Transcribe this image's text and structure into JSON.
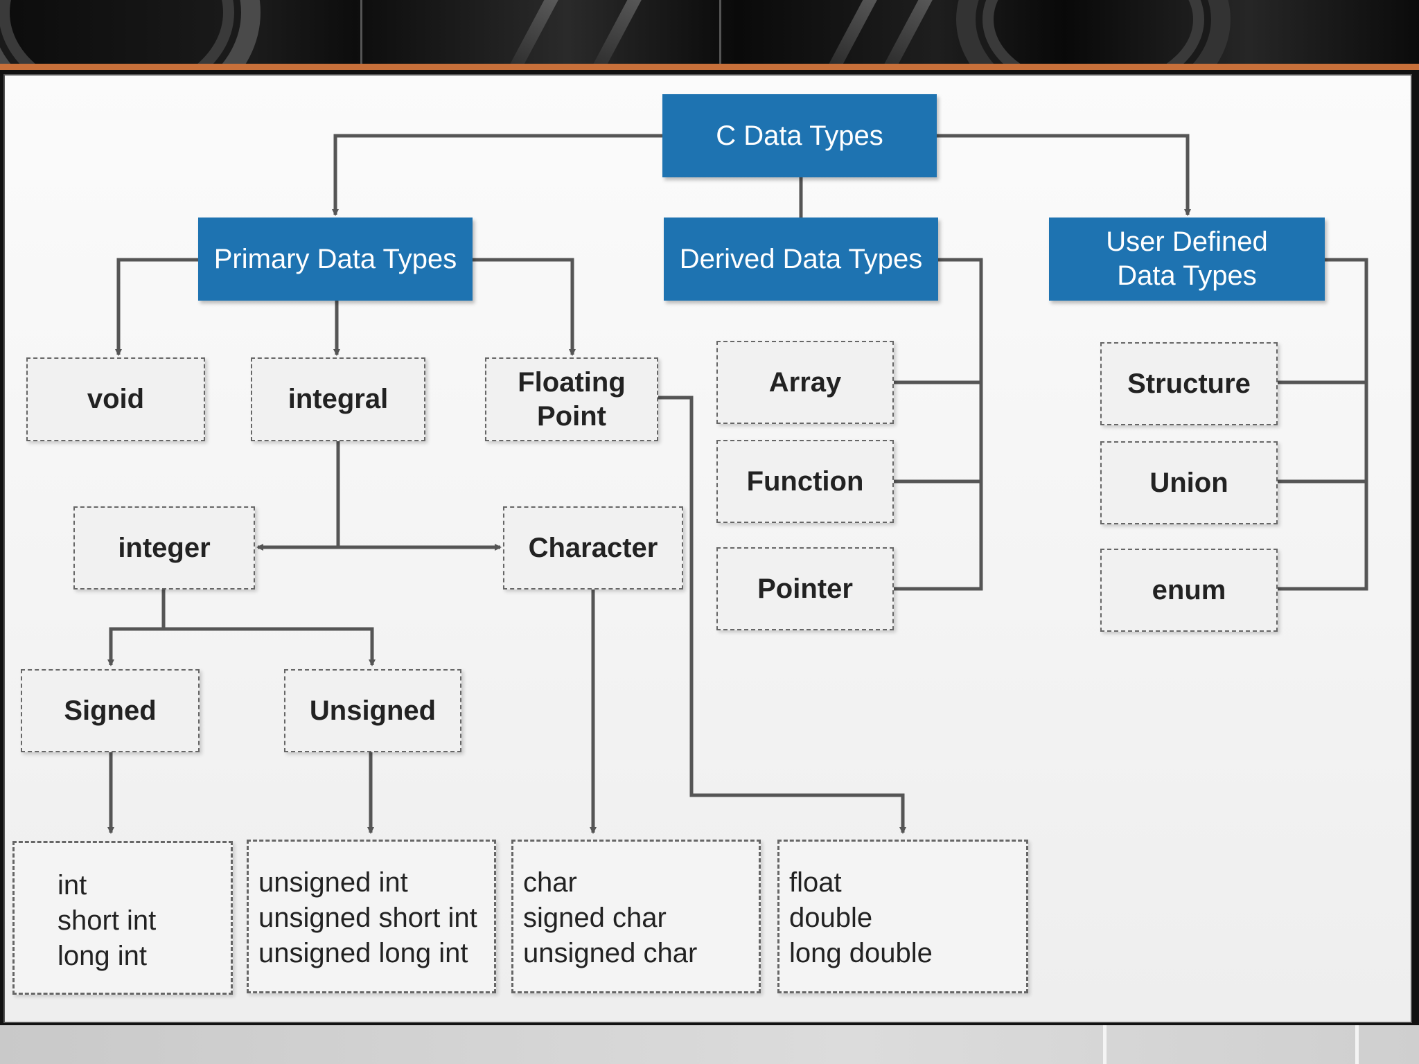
{
  "diagram": {
    "root": "C Data Types",
    "categories": {
      "primary": "Primary Data Types",
      "derived": "Derived Data Types",
      "user_defined": "User Defined\nData Types"
    },
    "primary_children": {
      "void": "void",
      "integral": "integral",
      "floating_point": "Floating\nPoint"
    },
    "integral_children": {
      "integer": "integer",
      "character": "Character"
    },
    "integer_children": {
      "signed": "Signed",
      "unsigned": "Unsigned"
    },
    "derived_children": [
      "Array",
      "Function",
      "Pointer"
    ],
    "user_defined_children": [
      "Structure",
      "Union",
      "enum"
    ],
    "leaf_lists": {
      "signed_types": [
        "int",
        "short int",
        "long int"
      ],
      "unsigned_types": [
        "unsigned int",
        "unsigned short int",
        "unsigned long int"
      ],
      "char_types": [
        "char",
        "signed char",
        "unsigned char"
      ],
      "float_types": [
        "float",
        "double",
        "long double"
      ]
    }
  },
  "colors": {
    "node_fill": "#1e73b1",
    "node_text": "#ffffff",
    "connector": "#555555",
    "accent_rule": "#c8703a"
  }
}
